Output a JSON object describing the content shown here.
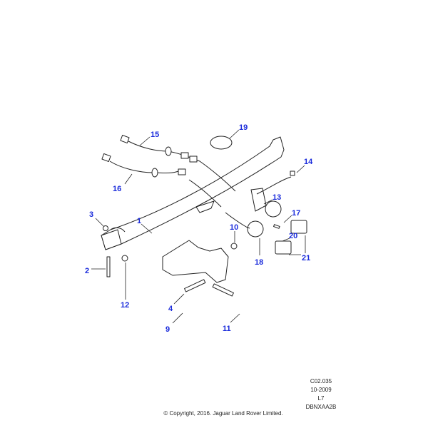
{
  "callouts": {
    "c1": "1",
    "c2": "2",
    "c3": "3",
    "c4": "4",
    "c9": "9",
    "c10": "10",
    "c11": "11",
    "c12": "12",
    "c13": "13",
    "c14": "14",
    "c15": "15",
    "c16": "16",
    "c17": "17",
    "c18": "18",
    "c19": "19",
    "c20": "20",
    "c21": "21"
  },
  "meta": {
    "diagram_code": "C02.035",
    "date": "10-2009",
    "level": "L7",
    "illustration_id": "DBNXAA2B"
  },
  "copyright": "© Copyright, 2016. Jaguar Land Rover Limited."
}
